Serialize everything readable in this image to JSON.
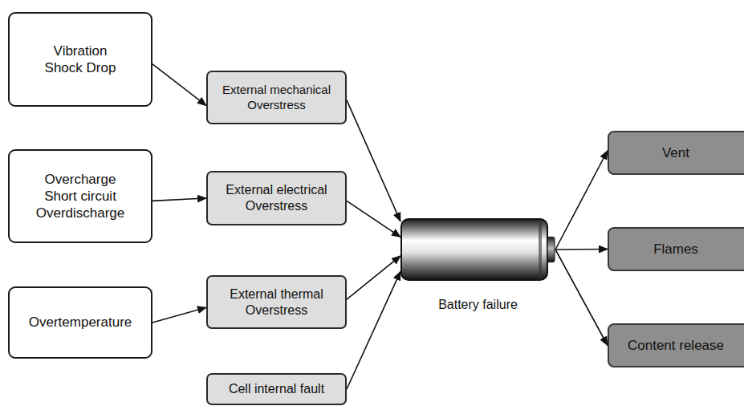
{
  "diagram": {
    "nodes": [
      {
        "text": [
          "Vibration Shock Drop"
        ]
      },
      {
        "text": [
          "External mechanical Overstress"
        ]
      },
      {
        "text": [
          "Overcharge Short circuit Overdischarge"
        ]
      },
      {
        "text": [
          "External electrical Overstress"
        ]
      },
      {
        "text": [
          "Overtemperature"
        ]
      },
      {
        "text": [
          "External thermal Overstress"
        ]
      },
      {
        "text": [
          "Cell internal fault"
        ]
      },
      {
        "text": [
          "Battery failure"
        ]
      },
      {
        "text": [
          "Vent"
        ]
      },
      {
        "text": [
          "Flames"
        ]
      },
      {
        "text": [
          "Content release"
        ]
      }
    ],
    "edges": [
      {
        "from": 0,
        "to": 1,
        "arrow": "to"
      },
      {
        "from": 2,
        "to": 3,
        "arrow": "to"
      },
      {
        "from": 4,
        "to": 5,
        "arrow": "to"
      },
      {
        "from": 1,
        "to": 7,
        "arrow": "to"
      },
      {
        "from": 3,
        "to": 7,
        "arrow": "to"
      },
      {
        "from": 5,
        "to": 7,
        "arrow": "to"
      },
      {
        "from": 6,
        "to": 7,
        "arrow": "to"
      },
      {
        "from": 7,
        "to": 8,
        "arrow": "to"
      },
      {
        "from": 7,
        "to": 9,
        "arrow": "to"
      },
      {
        "from": 7,
        "to": 10,
        "arrow": "to"
      }
    ]
  }
}
